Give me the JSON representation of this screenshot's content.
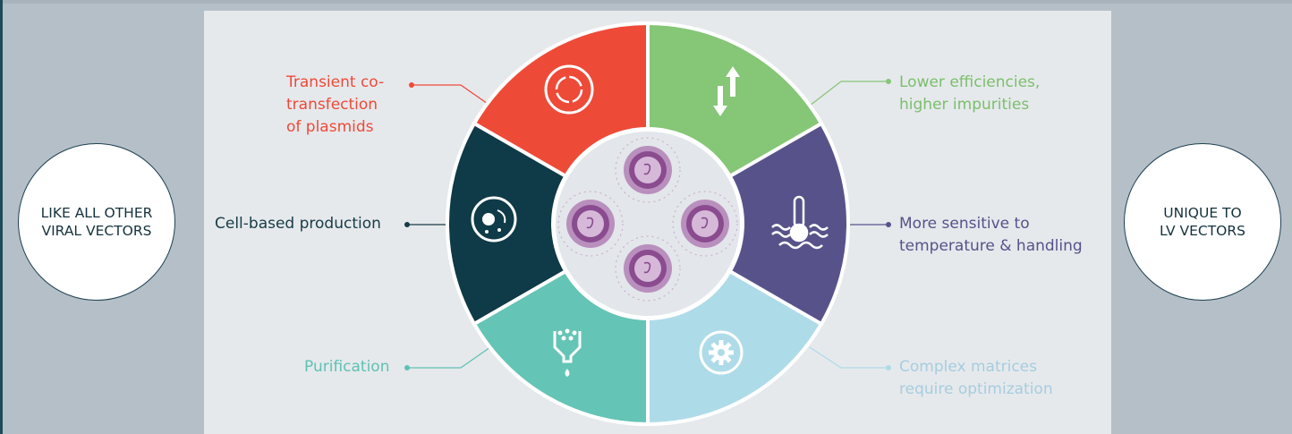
{
  "left_circle": {
    "label": "LIKE ALL OTHER\nVIRAL VECTORS"
  },
  "right_circle": {
    "label": "UNIQUE TO\nLV VECTORS"
  },
  "segments": [
    {
      "id": "transfection",
      "label": "Transient co-\ntransfection\nof plasmids",
      "color": "#ee4a38",
      "icon": "circular-arrows-icon"
    },
    {
      "id": "cell",
      "label": "Cell-based production",
      "color": "#0f3a47",
      "icon": "cell-icon"
    },
    {
      "id": "purification",
      "label": "Purification",
      "color": "#64c4b5",
      "icon": "filter-funnel-icon"
    },
    {
      "id": "efficiency",
      "label": "Lower efficiencies,\nhigher impurities",
      "color": "#85c677",
      "icon": "up-down-arrows-icon"
    },
    {
      "id": "sensitivity",
      "label": "More sensitive to\ntemperature & handling",
      "color": "#57538a",
      "icon": "thermometer-icon"
    },
    {
      "id": "matrices",
      "label": "Complex matrices\nrequire optimization",
      "color": "#aedbe8",
      "icon": "gear-icon"
    }
  ],
  "center": {
    "icon": "lentivirus-particles-icon"
  }
}
